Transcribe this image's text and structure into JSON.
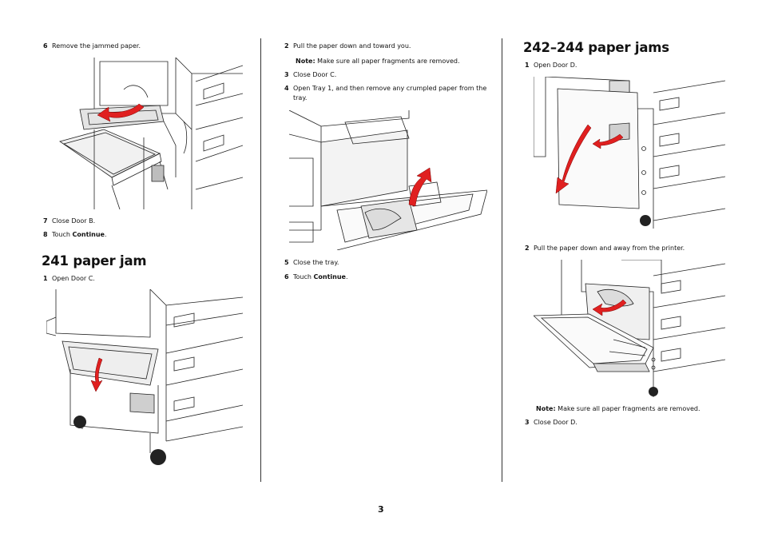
{
  "page_number": "3",
  "left": {
    "steps_top": [
      {
        "num": "6",
        "text": "Remove the jammed paper."
      }
    ],
    "steps_after_fig": [
      {
        "num": "7",
        "text": "Close Door B.",
        "bold": ""
      },
      {
        "num": "8",
        "text": "Touch ",
        "bold": "Continue",
        "suffix": "."
      }
    ],
    "section_title": "241 paper jam",
    "section_steps": [
      {
        "num": "1",
        "text": "Open Door C."
      }
    ]
  },
  "middle": {
    "step2": {
      "num": "2",
      "text": "Pull the paper down and toward you."
    },
    "note": {
      "label": "Note:",
      "text": " Make sure all paper fragments are removed."
    },
    "step3": {
      "num": "3",
      "text": "Close Door C."
    },
    "step4": {
      "num": "4",
      "line1": "Open Tray 1, and then remove any crumpled paper from the",
      "line2": "tray."
    },
    "step5": {
      "num": "5",
      "text": "Close the tray."
    },
    "step6": {
      "num": "6",
      "text": "Touch ",
      "bold": "Continue",
      "suffix": "."
    }
  },
  "right": {
    "section_title": "242–244 paper jams",
    "step1": {
      "num": "1",
      "text": "Open Door D."
    },
    "step2": {
      "num": "2",
      "text": "Pull the paper down and away from the printer."
    },
    "note": {
      "label": "Note:",
      "text": " Make sure all paper fragments are removed."
    },
    "step3": {
      "num": "3",
      "text": "Close Door D."
    }
  },
  "colors": {
    "arrow": "#e02020",
    "line": "#222222",
    "shade": "#d8d8d8",
    "divider": "#333333"
  }
}
